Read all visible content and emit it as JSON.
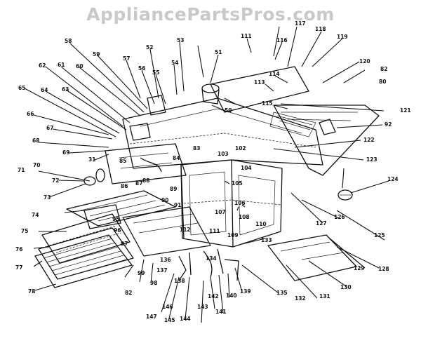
{
  "watermark": "AppliancePartsPros.com",
  "labels": [
    "111",
    "117",
    "118",
    "119",
    "116",
    "114",
    "120",
    "82",
    "113",
    "80",
    "115",
    "121",
    "92",
    "122",
    "123",
    "58",
    "59",
    "52",
    "53",
    "51",
    "57",
    "56",
    "55",
    "54",
    "50",
    "60",
    "61",
    "62",
    "63",
    "64",
    "65",
    "66",
    "67",
    "68",
    "69",
    "31",
    "83",
    "102",
    "103",
    "104",
    "70",
    "71",
    "72",
    "73",
    "84",
    "85",
    "86",
    "87",
    "88",
    "89",
    "90",
    "91",
    "74",
    "75",
    "76",
    "77",
    "78",
    "95",
    "96",
    "97",
    "99",
    "98",
    "105",
    "106",
    "107",
    "108",
    "109",
    "110",
    "111",
    "112",
    "133",
    "136",
    "137",
    "138",
    "139",
    "140",
    "141",
    "142",
    "143",
    "144",
    "145",
    "146",
    "147",
    "82",
    "125",
    "126",
    "127",
    "128",
    "129",
    "130",
    "131",
    "132",
    "134",
    "135",
    "124"
  ]
}
